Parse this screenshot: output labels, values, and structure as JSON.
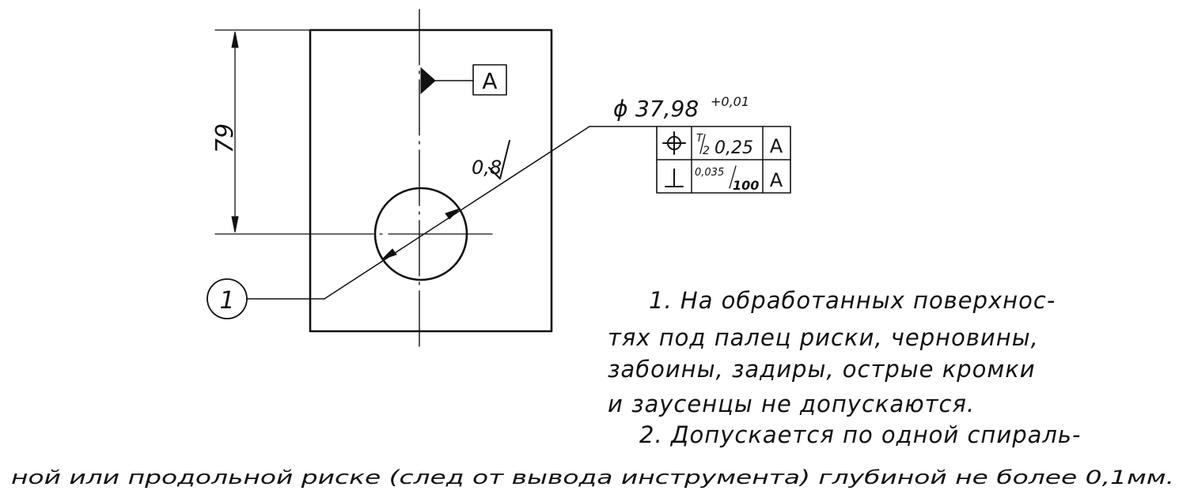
{
  "dimensions": {
    "height_label": "79",
    "diameter_symbol": "ϕ",
    "diameter_value": "37,98",
    "diameter_tolerance": "+0,01",
    "roughness": "0,8"
  },
  "datum": {
    "letter": "A"
  },
  "balloon": {
    "number": "1"
  },
  "tolerance_frame": {
    "rows": [
      {
        "symbol": "⌖",
        "value_prefix": "T",
        "value_fraction_denominator": "2",
        "value": "0,25",
        "datum": "A"
      },
      {
        "symbol": "⊥",
        "value_numerator": "0,035",
        "value_denominator": "100",
        "datum": "A"
      }
    ]
  },
  "notes": {
    "line1": "1. На обработанных поверхнос-",
    "line2": "тях под палец риски, черновины,",
    "line3": "забоины, задиры, острые кромки",
    "line4": "и заусенцы не допускаются.",
    "line5": "2. Допускается по одной спираль-",
    "line6": "ной или продольной риске (след от вывода инструмента) глубиной не более 0,1мм."
  }
}
